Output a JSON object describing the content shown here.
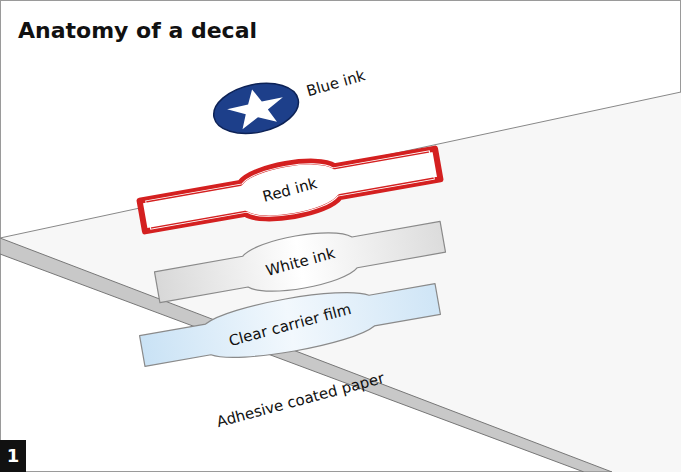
{
  "diagram": {
    "title": "Anatomy of a decal",
    "nodes": [
      {
        "text": [
          "Adhesive coated paper"
        ]
      },
      {
        "text": [
          "Blue ink"
        ]
      },
      {
        "text": [
          "Red ink"
        ]
      },
      {
        "text": [
          "White ink"
        ]
      },
      {
        "text": [
          "Clear carrier film"
        ]
      }
    ],
    "labels": [
      "1"
    ]
  }
}
